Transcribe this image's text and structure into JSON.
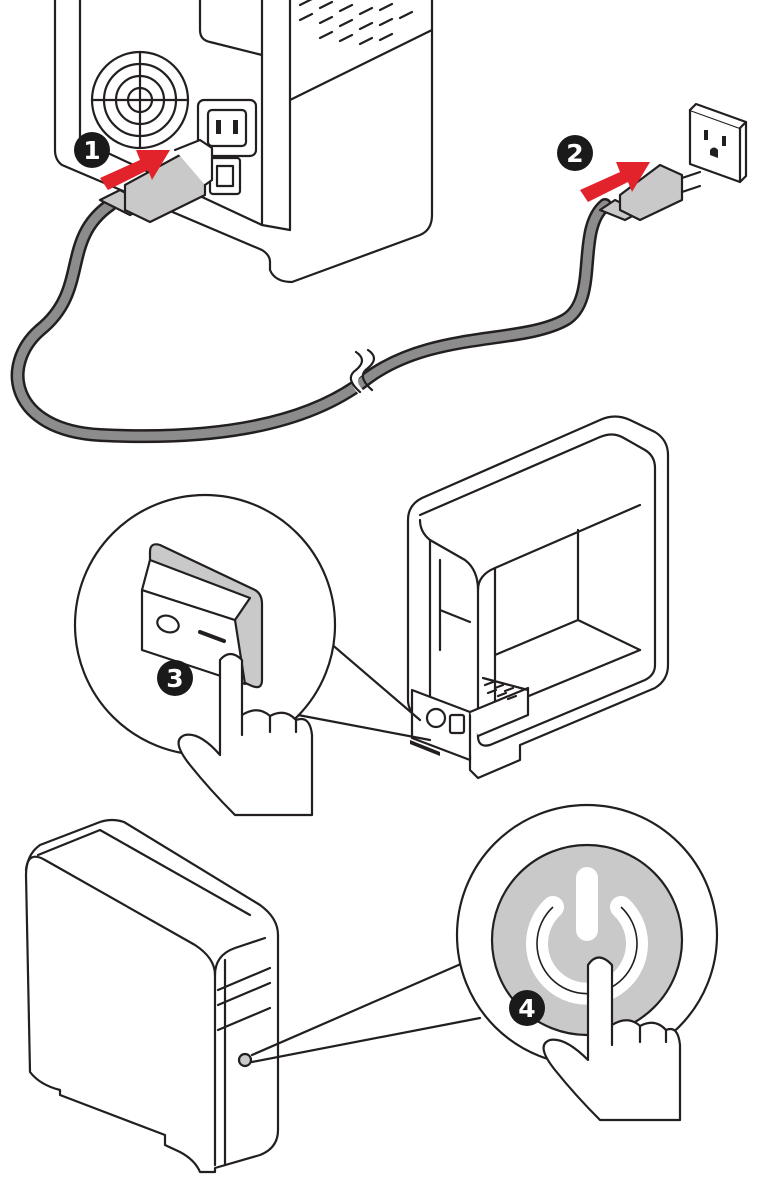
{
  "steps": [
    {
      "number": "1",
      "action": "connect-power-cord-to-psu"
    },
    {
      "number": "2",
      "action": "plug-power-cord-into-wall-outlet"
    },
    {
      "number": "3",
      "action": "turn-on-psu-switch"
    },
    {
      "number": "4",
      "action": "press-power-button"
    }
  ],
  "switch_labels": {
    "off": "O",
    "on": "—"
  },
  "colors": {
    "arrow_red": "#e2232b",
    "cable_gray": "#8c8c8c",
    "button_gray": "#c9c9c9",
    "line": "#231f20",
    "badge": "#1a1a1a"
  }
}
